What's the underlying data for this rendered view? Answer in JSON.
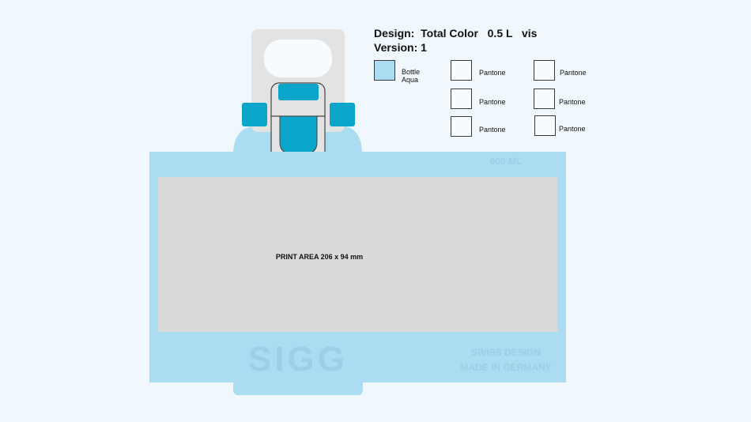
{
  "header": {
    "design_label": "Design:",
    "design_value": "Total Color   0.5 L   vis",
    "version_label": "Version:",
    "version_value": "1"
  },
  "swatches": [
    {
      "label": "Bottle",
      "label2": "Aqua",
      "color": "#abdcf1"
    },
    {
      "label": "Pantone",
      "color": "#f5fbff"
    },
    {
      "label": "Pantone",
      "color": "#f5fbff"
    },
    {
      "label": "Pantone",
      "color": "#f5fbff"
    },
    {
      "label": "Pantone",
      "color": "#f5fbff"
    },
    {
      "label": "Pantone",
      "color": "#f5fbff"
    },
    {
      "label": "Pantone",
      "color": "#f5fbff"
    }
  ],
  "bottle": {
    "volume_mark": "600 ML",
    "print_area_label": "PRINT AREA 206 x 94 mm",
    "brand_logo": "SIGG",
    "tagline_1": "SWISS DESIGN",
    "tagline_2": "MADE IN GERMANY"
  },
  "colors": {
    "background": "#f0f8fd",
    "bottle_aqua": "#abdcf1",
    "accent_teal": "#0aa5c8",
    "cap_grey": "#e3e3e3",
    "print_area": "#dadada"
  }
}
